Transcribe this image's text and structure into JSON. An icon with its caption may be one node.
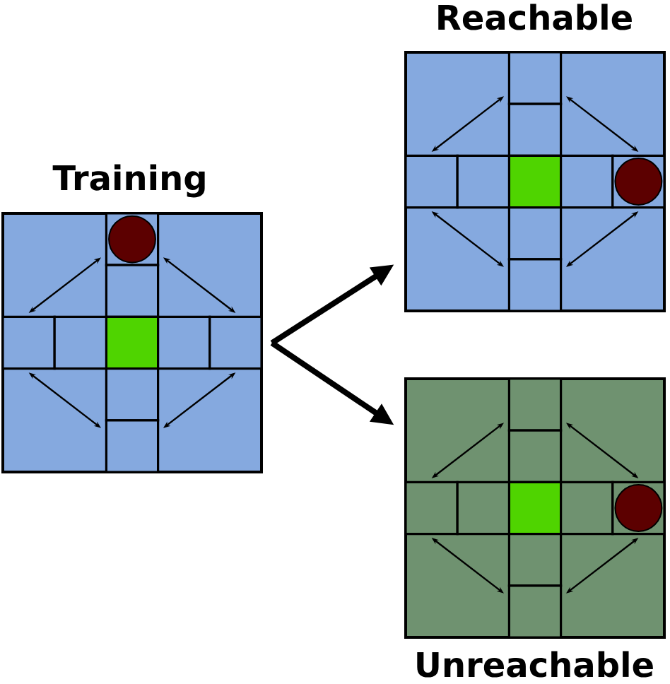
{
  "diagram": {
    "nodes": [
      {
        "text": [
          "Training"
        ]
      },
      {
        "text": [
          "Reachable"
        ]
      },
      {
        "text": [
          "Unreachable"
        ]
      }
    ],
    "edges": [
      {
        "from": 0,
        "to": 1,
        "arrow": "to"
      },
      {
        "from": 0,
        "to": 2,
        "arrow": "to"
      }
    ]
  }
}
